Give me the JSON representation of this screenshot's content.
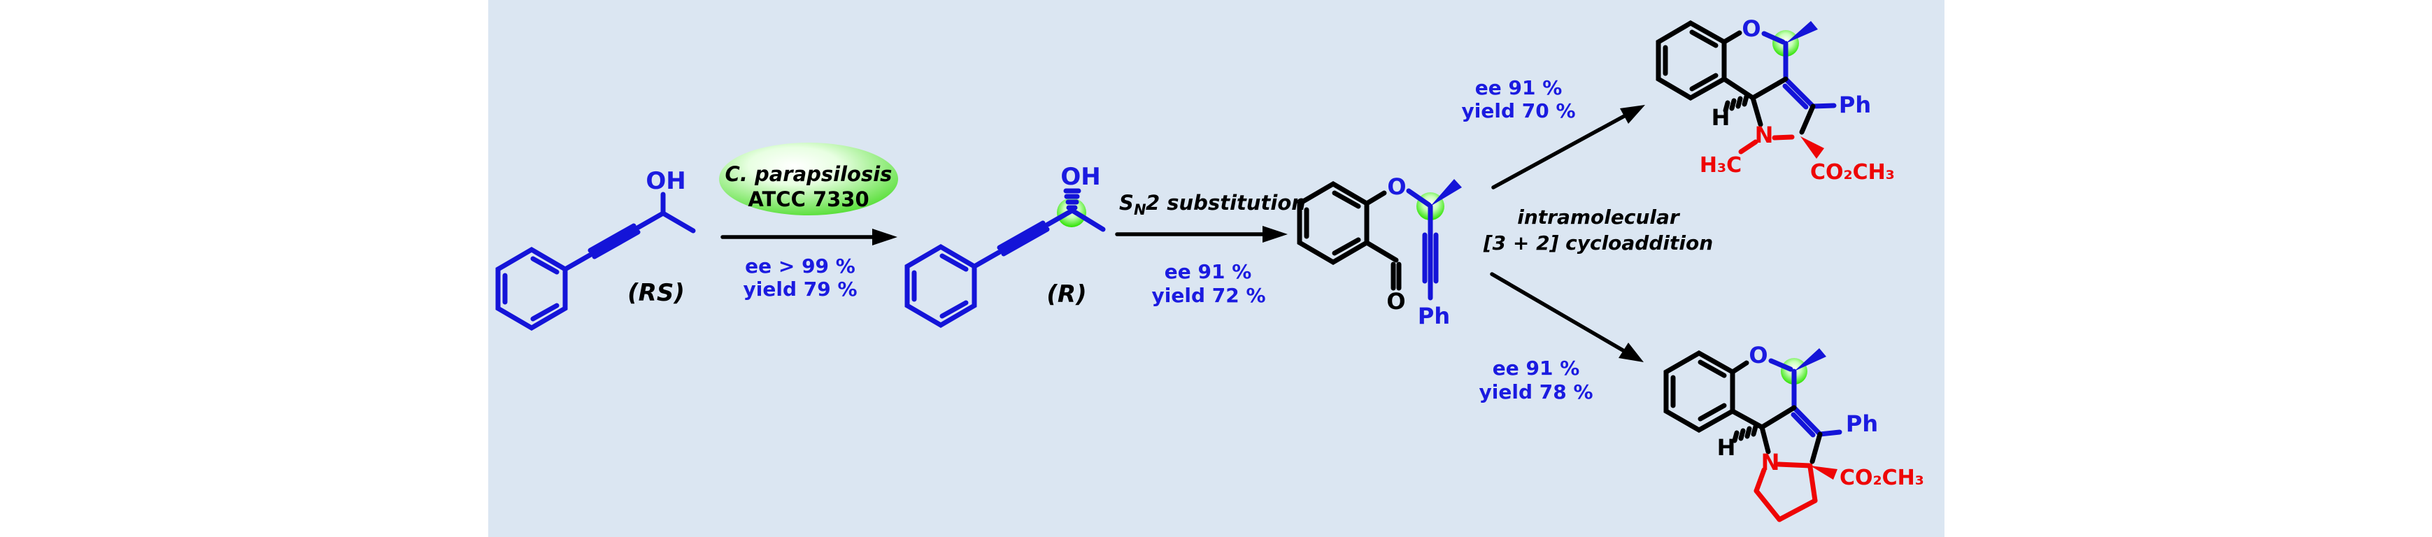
{
  "panel": {
    "bg": "#dbe6f2"
  },
  "colors": {
    "blue": "#1414d8",
    "red": "#ee0505",
    "black": "#000000",
    "highlight_green": "#2ce200",
    "bubble_green": "#28d400"
  },
  "mol1": {
    "oh": "OH",
    "label": "(RS)"
  },
  "enzyme": {
    "name": "C. parapsilosis",
    "strain": "ATCC 7330"
  },
  "step1": {
    "ee": "ee > 99 %",
    "yield": "yield 79 %"
  },
  "mol2": {
    "oh": "OH",
    "label": "(R)"
  },
  "step2": {
    "reaction_s": "S",
    "reaction_sub": "N",
    "reaction_rest": "2 substitution",
    "ee": "ee 91 %",
    "yield": "yield 72 %"
  },
  "mol3": {
    "ether_o": "O",
    "aldehyde_o": "O",
    "ph": "Ph"
  },
  "cycloaddition": {
    "line1": "intramolecular",
    "line2": "[3 + 2] cycloaddition"
  },
  "path_top": {
    "ee": "ee 91 %",
    "yield": "yield 70 %"
  },
  "path_bottom": {
    "ee": "ee 91 %",
    "yield": "yield 78 %"
  },
  "product_top": {
    "o": "O",
    "ph": "Ph",
    "h": "H",
    "n": "N",
    "nmethyl": "H₃C",
    "ester": "CO₂CH₃"
  },
  "product_bottom": {
    "o": "O",
    "ph": "Ph",
    "h": "H",
    "n": "N",
    "ester": "CO₂CH₃"
  }
}
